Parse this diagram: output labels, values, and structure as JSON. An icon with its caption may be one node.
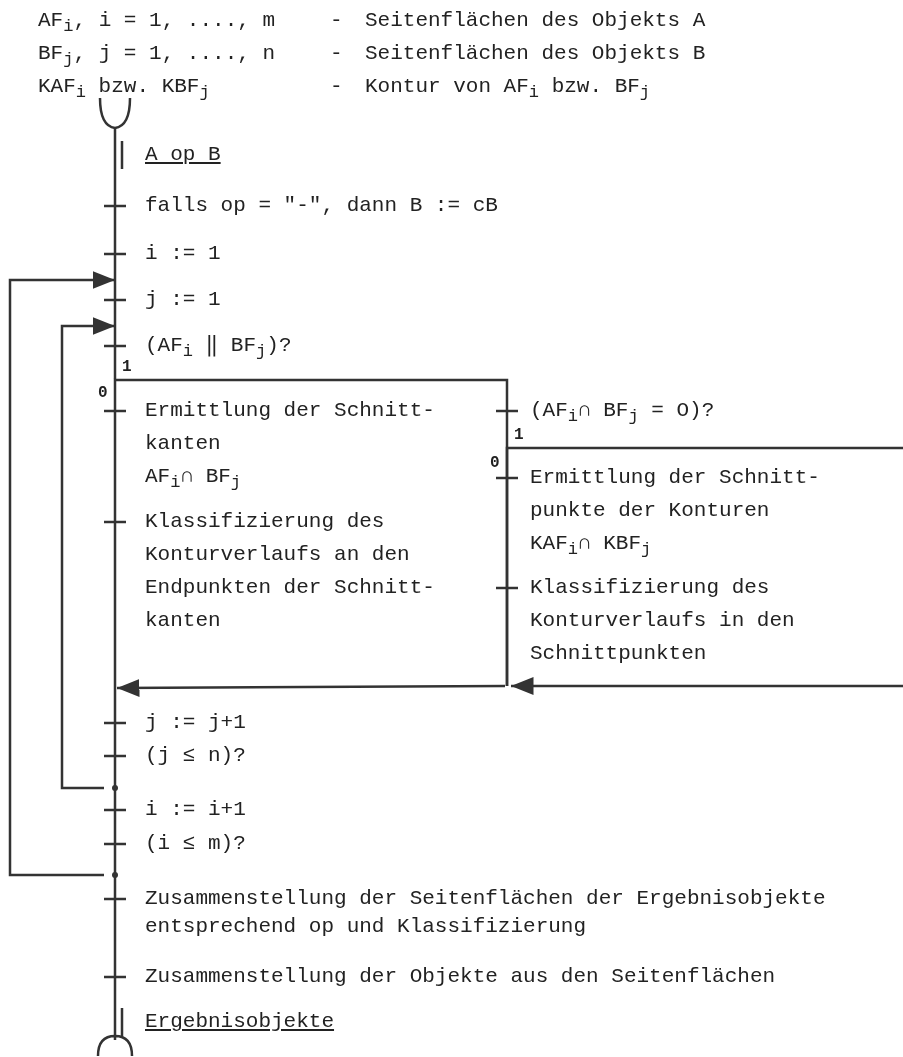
{
  "diagram": {
    "nodes": [
      {
        "text": [
          "A op B"
        ]
      },
      {
        "text": [
          "falls op = \"-\", dann B := cB"
        ]
      },
      {
        "text": [
          "i := 1"
        ]
      },
      {
        "text": [
          "j := 1"
        ]
      },
      {
        "text": [
          "(AF$_{i}$ ‖ BF$_{j}$)?"
        ]
      },
      {
        "text": [],
        "shape": "box"
      },
      {
        "text": [
          "Ermittlung der Schnitt- kanten",
          "AF$_{i}$∩ BF$_{j}$"
        ],
        "in": 5
      },
      {
        "text": [
          "Klassifizierung des Konturverlaufs an den Endpunkten der Schnitt- kanten"
        ],
        "in": 5
      },
      {
        "text": [
          "(AF$_{i}$∩ BF$_{j}$ = O)?"
        ],
        "in": 5
      },
      {
        "text": [],
        "shape": "box",
        "in": 5
      },
      {
        "text": [
          "Ermittlung der Schnitt- punkte der Konturen",
          "KAF$_{i}$∩ KBF$_{j}$"
        ],
        "in": 9
      },
      {
        "text": [
          "Klassifizierung des Konturverlaufs in den Schnittpunkten"
        ],
        "in": 9
      },
      {
        "text": [
          "j := j+1"
        ]
      },
      {
        "text": [
          "(j ≤ n)?"
        ]
      },
      {
        "text": [
          "i := i+1"
        ]
      },
      {
        "text": [
          "(i ≤ m)?"
        ]
      },
      {
        "text": [
          "Zusammenstellung der Seitenflächen der Ergebnisobjekte entsprechend op und Klassifizierung"
        ]
      },
      {
        "text": [
          "Zusammenstellung der Objekte aus den Seitenflächen"
        ]
      },
      {
        "text": [
          "Ergebnisobjekte"
        ]
      }
    ],
    "edges": [
      {
        "from": 0,
        "to": 1,
        "arrow": "none"
      },
      {
        "from": 1,
        "to": 2,
        "arrow": "none"
      },
      {
        "from": 2,
        "to": 3,
        "arrow": "none"
      },
      {
        "from": 3,
        "to": 4,
        "arrow": "none"
      },
      {
        "from": 4,
        "to": 5,
        "arrow": "none"
      },
      {
        "from": 9,
        "to": 5,
        "arrow": "to"
      },
      {
        "from": 5,
        "to": 12,
        "arrow": "to"
      },
      {
        "from": 12,
        "to": 13,
        "arrow": "none"
      },
      {
        "from": 13,
        "to": 14,
        "arrow": "none"
      },
      {
        "from": 13,
        "to": 4,
        "arrow": "to"
      },
      {
        "from": 14,
        "to": 15,
        "arrow": "none"
      },
      {
        "from": 15,
        "to": 3,
        "arrow": "to"
      },
      {
        "from": 15,
        "to": 16,
        "arrow": "none"
      },
      {
        "from": 16,
        "to": 17,
        "arrow": "none"
      },
      {
        "from": 17,
        "to": 18,
        "arrow": "none"
      }
    ],
    "labels": [
      "AF$_{i}$, i = 1, ...., m",
      "-",
      "Seitenflächen des Objekts A",
      "BF$_{j}$, j = 1, ...., n",
      "-",
      "Seitenflächen des Objekts B",
      "KAF$_{i}$ bzw. KBF$_{j}$",
      "-",
      "Kontur von AF$_{i}$ bzw. BF$_{j}$",
      "1",
      "0",
      "1",
      "0"
    ]
  }
}
